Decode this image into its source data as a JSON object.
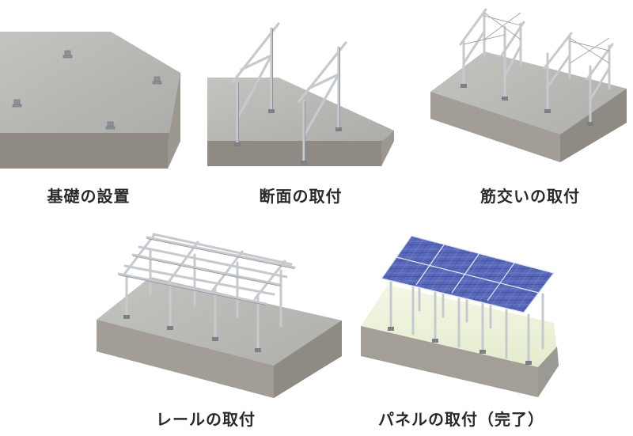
{
  "steps": [
    {
      "label": "基礎の設置"
    },
    {
      "label": "断面の取付"
    },
    {
      "label": "筋交いの取付"
    },
    {
      "label": "レールの取付"
    },
    {
      "label": "パネルの取付（完了）"
    }
  ],
  "colors": {
    "slab_top": "#b9b9b6",
    "slab_side": "#8e8984",
    "slab_front": "#a49f98",
    "metal": "#c9ccd0",
    "metal_dark": "#8f959b",
    "panel_blue": "#4a5aa8",
    "panel_grid": "#c8cbe6",
    "glow": "#eef4d8"
  }
}
